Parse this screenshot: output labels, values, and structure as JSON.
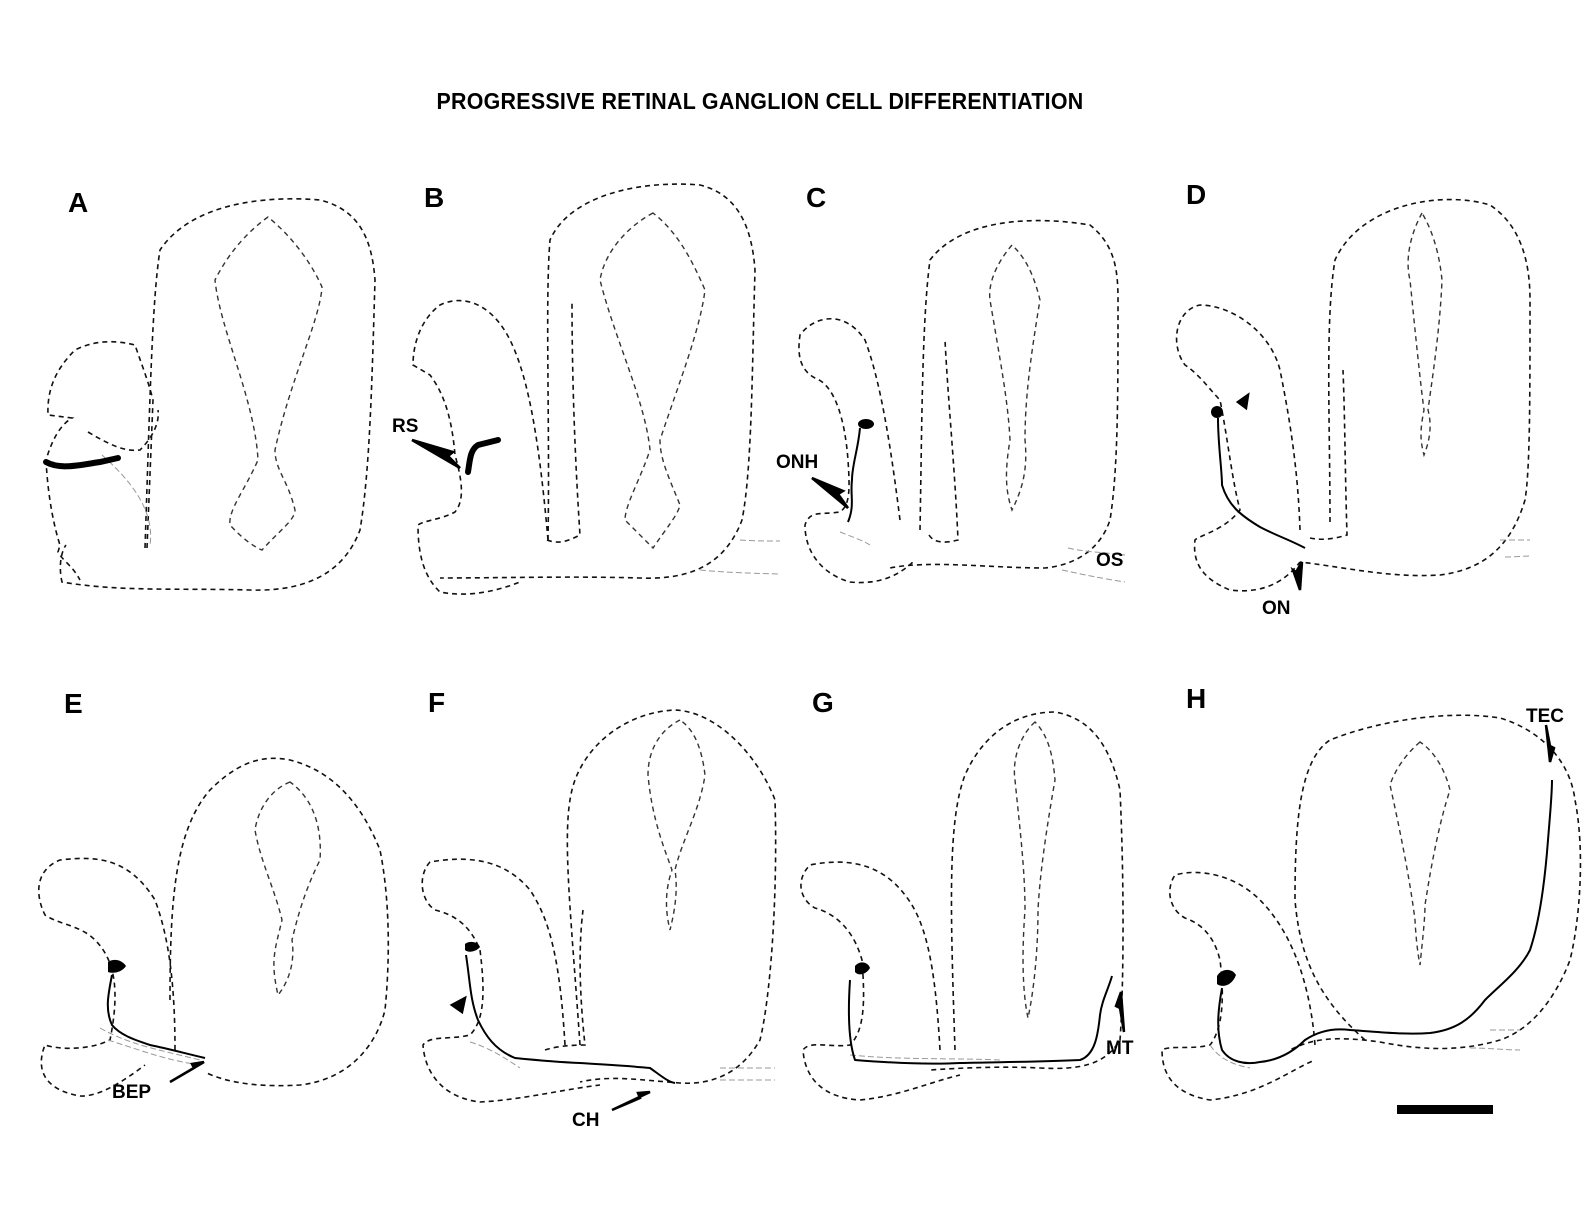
{
  "figure": {
    "title": "PROGRESSIVE RETINAL GANGLION CELL DIFFERENTIATION",
    "panels": [
      {
        "letter": "A",
        "annotations": []
      },
      {
        "letter": "B",
        "annotations": [
          "RS"
        ]
      },
      {
        "letter": "C",
        "annotations": [
          "ONH",
          "OS"
        ]
      },
      {
        "letter": "D",
        "annotations": [
          "ON"
        ]
      },
      {
        "letter": "E",
        "annotations": [
          "BEP"
        ]
      },
      {
        "letter": "F",
        "annotations": [
          "CH"
        ]
      },
      {
        "letter": "G",
        "annotations": [
          "MT"
        ]
      },
      {
        "letter": "H",
        "annotations": [
          "TEC"
        ]
      }
    ],
    "scale_bar": {
      "label": ""
    }
  }
}
